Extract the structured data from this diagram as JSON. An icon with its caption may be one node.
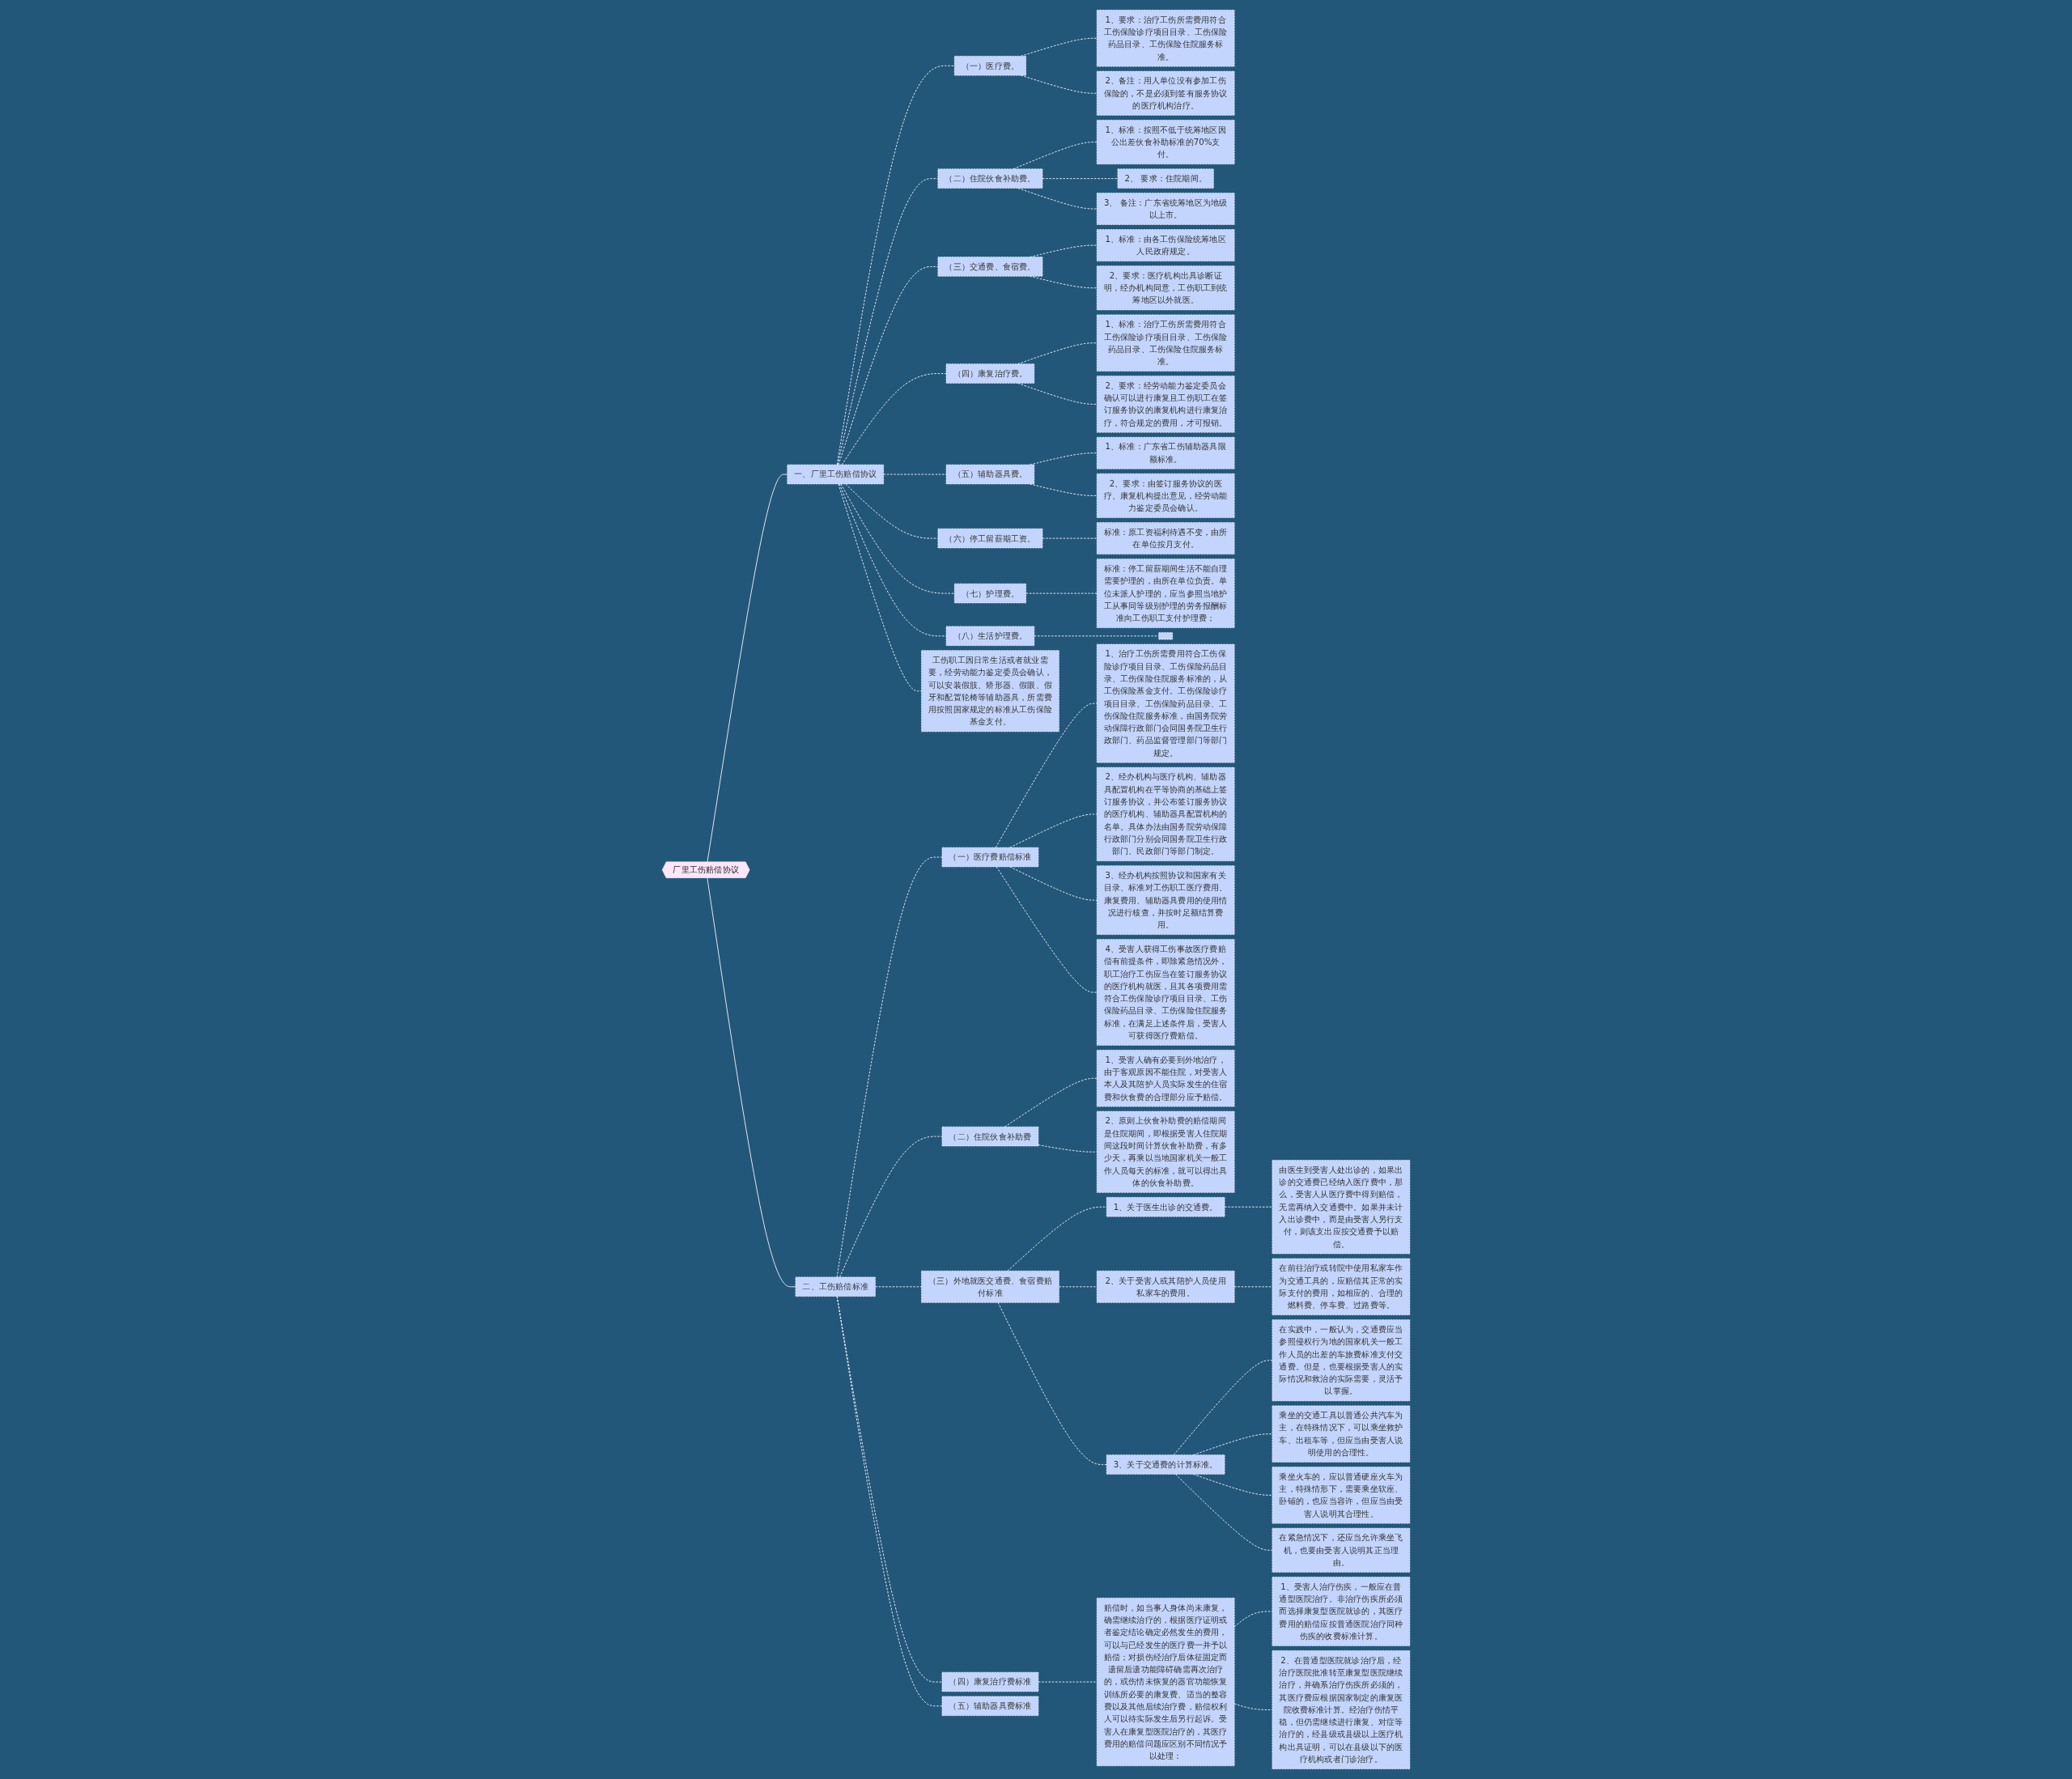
{
  "diagram": {
    "nodes": [
      {
        "text": [
          "厂里工伤赔偿协议"
        ]
      },
      {
        "text": [
          "一、厂里工伤赔偿协议"
        ]
      },
      {
        "text": [
          "（一）医疗费。"
        ]
      },
      {
        "text": [
          "1、要求：治疗工伤所需费用符合工伤保险诊疗项目目录、工伤保险药品目录、工伤保险住院服务标准。"
        ]
      },
      {
        "text": [
          "2、备注：用人单位没有参加工伤保险的，不是必须到签有服务协议的医疗机构治疗。"
        ]
      },
      {
        "text": [
          "（二）住院伙食补助费。"
        ]
      },
      {
        "text": [
          "1、标准：按照不低于统筹地区因公出差伙食补助标准的70%支付。"
        ]
      },
      {
        "text": [
          "2、 要求：住院期间。"
        ]
      },
      {
        "text": [
          "3、 备注：广东省统筹地区为地级以上市。"
        ]
      },
      {
        "text": [
          "（三）交通费、食宿费。"
        ]
      },
      {
        "text": [
          "1、标准：由各工伤保险统筹地区人民政府规定。"
        ]
      },
      {
        "text": [
          "2、要求：医疗机构出具诊断证明，经办机构同意，工伤职工到统筹地区以外就医。"
        ]
      },
      {
        "text": [
          "（四）康复治疗费。"
        ]
      },
      {
        "text": [
          "1、标准：治疗工伤所需费用符合工伤保险诊疗项目目录、工伤保险药品目录、工伤保险住院服务标准。"
        ]
      },
      {
        "text": [
          "2、要求：经劳动能力鉴定委员会确认可以进行康复且工伤职工在签订服务协议的康复机构进行康复治疗，符合规定的费用，才可报销。"
        ]
      },
      {
        "text": [
          "（五）辅助器具费。"
        ]
      },
      {
        "text": [
          "1、标准：广东省工伤辅助器具限额标准。"
        ]
      },
      {
        "text": [
          "2、要求：由签订服务协议的医疗、康复机构提出意见，经劳动能力鉴定委员会确认。"
        ]
      },
      {
        "text": [
          "（六）停工留薪期工资。"
        ]
      },
      {
        "text": [
          "标准：原工资福利待遇不变，由所在单位按月支付。"
        ]
      },
      {
        "text": [
          "（七）护理费。"
        ]
      },
      {
        "text": [
          "标准：停工留薪期间生活不能自理需要护理的，由所在单位负责。单位未派人护理的，应当参照当地护工从事同等级别护理的劳务报酬标准向工伤职工支付护理费；"
        ]
      },
      {
        "text": [
          "（八）生活护理费。"
        ]
      },
      {
        "text": [],
        "shape": "box"
      },
      {
        "text": [
          "工伤职工因日常生活或者就业需要，经劳动能力鉴定委员会确认，可以安装假肢、矫形器、假眼、假牙和配置轮椅等辅助器具，所需费用按照国家规定的标准从工伤保险基金支付。"
        ]
      },
      {
        "text": [
          "二、工伤赔偿标准"
        ]
      },
      {
        "text": [
          "（一）医疗费赔偿标准"
        ]
      },
      {
        "text": [
          "1、治疗工伤所需费用符合工伤保险诊疗项目目录、工伤保险药品目录、工伤保险住院服务标准的，从工伤保险基金支付。工伤保险诊疗项目目录、工伤保险药品目录、工伤保险住院服务标准，由国务院劳动保障行政部门会同国务院卫生行政部门、药品监督管理部门等部门规定。"
        ]
      },
      {
        "text": [
          "2、经办机构与医疗机构、辅助器具配置机构在平等协商的基础上签订服务协议，并公布签订服务协议的医疗机构、辅助器具配置机构的名单。具体办法由国务院劳动保障行政部门分别会同国务院卫生行政部门、民政部门等部门制定。"
        ]
      },
      {
        "text": [
          "3、经办机构按照协议和国家有关目录、标准对工伤职工医疗费用、康复费用、辅助器具费用的使用情况进行核查，并按时足额结算费用。"
        ]
      },
      {
        "text": [
          "4、受害人获得工伤事故医疗费赔偿有前提条件，即除紧急情况外，职工治疗工伤应当在签订服务协议的医疗机构就医，且其各项费用需符合工伤保险诊疗项目目录、工伤保险药品目录、工伤保险住院服务标准，在满足上述条件后，受害人可获得医疗费赔偿。"
        ]
      },
      {
        "text": [
          "（二）住院伙食补助费"
        ]
      },
      {
        "text": [
          "1、受害人确有必要到外地治疗，由于客观原因不能住院，对受害人本人及其陪护人员实际发生的住宿费和伙食费的合理部分应予赔偿。"
        ]
      },
      {
        "text": [
          "2、原则上伙食补助费的赔偿期间是住院期间，即根据受害人住院期间这段时间计算伙食补助费，有多少天，再乘以当地国家机关一般工作人员每天的标准，就可以得出具体的伙食补助费。"
        ]
      },
      {
        "text": [
          "（三）外地就医交通费、食宿费赔付标准"
        ]
      },
      {
        "text": [
          "1、关于医生出诊的交通费。"
        ]
      },
      {
        "text": [
          "由医生到受害人处出诊的，如果出诊的交通费已经纳入医疗费中，那么，受害人从医疗费中得到赔偿，无需再纳入交通费中。如果并未计入出诊费中，而是由受害人另行支付，则该支出应按交通费予以赔偿。"
        ]
      },
      {
        "text": [
          "2、关于受害人或其陪护人员使用私家车的费用。"
        ]
      },
      {
        "text": [
          "在前往治疗或转院中使用私家车作为交通工具的，应赔偿其正常的实际支付的费用，如相应的、合理的燃料费、停车费、过路费等。"
        ]
      },
      {
        "text": [
          "3、关于交通费的计算标准。"
        ]
      },
      {
        "text": [
          "在实践中，一般认为，交通费应当参照侵权行为地的国家机关一般工作人员的出差的车旅费标准支付交通费。但是，也要根据受害人的实际情况和救治的实际需要，灵活予以掌握。"
        ]
      },
      {
        "text": [
          "乘坐的交通工具以普通公共汽车为主，在特殊情况下，可以乘坐救护车、出租车等，但应当由受害人说明使用的合理性。"
        ]
      },
      {
        "text": [
          "乘坐火车的，应以普通硬座火车为主，特殊情形下，需要乘坐软座、卧铺的，也应当容许，但应当由受害人说明其合理性。"
        ]
      },
      {
        "text": [
          "在紧急情况下，还应当允许乘坐飞机，也要由受害人说明其正当理由。"
        ]
      },
      {
        "text": [
          "（四）康复治疗费标准"
        ]
      },
      {
        "text": [
          "赔偿时，如当事人身体尚未康复，确需继续治疗的，根据医疗证明或者鉴定结论确定必然发生的费用，可以与已经发生的医疗费一并予以赔偿；对损伤经治疗后体征固定而遗留后遗功能障碍确需再次治疗的，或伤情未恢复的器官功能恢复训练所必要的康复费、适当的整容费以及其他后续治疗费，赔偿权利人可以待实际发生后另行起诉。受害人在康复型医院治疗的，其医疗费用的赔偿问题应区别不同情况予以处理："
        ]
      },
      {
        "text": [
          "1、受害人治疗伤疾，一般应在普通型医院治疗。非治疗伤疾所必须而选择康复型医院就诊的，其医疗费用的赔偿应按普通医院治疗同种伤疾的收费标准计算。"
        ]
      },
      {
        "text": [
          "2、在普通型医院就诊治疗后，经治疗医院批准转至康复型医院继续治疗，并确系治疗伤疾所必须的，其医疗费应根据国家制定的康复医院收费标准计算。经治疗伤情平稳，但仍需继续进行康复、对症等治疗的，经县级或县级以上医疗机构出具证明，可以在县级以下的医疗机构或者门诊治疗。"
        ]
      },
      {
        "text": [
          "（五）辅助器具费标准"
        ]
      }
    ],
    "edges": [
      {
        "from": 0,
        "to": 1,
        "arrow": "none"
      },
      {
        "from": 1,
        "to": 2,
        "arrow": "none",
        "style": "dashed"
      },
      {
        "from": 2,
        "to": 3,
        "arrow": "none",
        "style": "dashed"
      },
      {
        "from": 2,
        "to": 4,
        "arrow": "none",
        "style": "dashed"
      },
      {
        "from": 1,
        "to": 5,
        "arrow": "none",
        "style": "dashed"
      },
      {
        "from": 5,
        "to": 6,
        "arrow": "none",
        "style": "dashed"
      },
      {
        "from": 5,
        "to": 7,
        "arrow": "none",
        "style": "dashed"
      },
      {
        "from": 5,
        "to": 8,
        "arrow": "none",
        "style": "dashed"
      },
      {
        "from": 1,
        "to": 9,
        "arrow": "none",
        "style": "dashed"
      },
      {
        "from": 9,
        "to": 10,
        "arrow": "none",
        "style": "dashed"
      },
      {
        "from": 9,
        "to": 11,
        "arrow": "none",
        "style": "dashed"
      },
      {
        "from": 1,
        "to": 12,
        "arrow": "none",
        "style": "dashed"
      },
      {
        "from": 12,
        "to": 13,
        "arrow": "none",
        "style": "dashed"
      },
      {
        "from": 12,
        "to": 14,
        "arrow": "none",
        "style": "dashed"
      },
      {
        "from": 1,
        "to": 15,
        "arrow": "none",
        "style": "dashed"
      },
      {
        "from": 15,
        "to": 16,
        "arrow": "none",
        "style": "dashed"
      },
      {
        "from": 15,
        "to": 17,
        "arrow": "none",
        "style": "dashed"
      },
      {
        "from": 1,
        "to": 18,
        "arrow": "none",
        "style": "dashed"
      },
      {
        "from": 18,
        "to": 19,
        "arrow": "none",
        "style": "dashed"
      },
      {
        "from": 1,
        "to": 20,
        "arrow": "none",
        "style": "dashed"
      },
      {
        "from": 20,
        "to": 21,
        "arrow": "none",
        "style": "dashed"
      },
      {
        "from": 1,
        "to": 22,
        "arrow": "none",
        "style": "dashed"
      },
      {
        "from": 22,
        "to": 23,
        "arrow": "none",
        "style": "dashed"
      },
      {
        "from": 1,
        "to": 24,
        "arrow": "none",
        "style": "dashed"
      },
      {
        "from": 0,
        "to": 25,
        "arrow": "none"
      },
      {
        "from": 25,
        "to": 26,
        "arrow": "none",
        "style": "dashed"
      },
      {
        "from": 26,
        "to": 27,
        "arrow": "none",
        "style": "dashed"
      },
      {
        "from": 26,
        "to": 28,
        "arrow": "none",
        "style": "dashed"
      },
      {
        "from": 26,
        "to": 29,
        "arrow": "none",
        "style": "dashed"
      },
      {
        "from": 26,
        "to": 30,
        "arrow": "none",
        "style": "dashed"
      },
      {
        "from": 25,
        "to": 31,
        "arrow": "none",
        "style": "dashed"
      },
      {
        "from": 31,
        "to": 32,
        "arrow": "none",
        "style": "dashed"
      },
      {
        "from": 31,
        "to": 33,
        "arrow": "none",
        "style": "dashed"
      },
      {
        "from": 25,
        "to": 34,
        "arrow": "none",
        "style": "dashed"
      },
      {
        "from": 34,
        "to": 35,
        "arrow": "none",
        "style": "dashed"
      },
      {
        "from": 35,
        "to": 36,
        "arrow": "none",
        "style": "dashed"
      },
      {
        "from": 34,
        "to": 37,
        "arrow": "none",
        "style": "dashed"
      },
      {
        "from": 37,
        "to": 38,
        "arrow": "none",
        "style": "dashed"
      },
      {
        "from": 34,
        "to": 39,
        "arrow": "none",
        "style": "dashed"
      },
      {
        "from": 39,
        "to": 40,
        "arrow": "none",
        "style": "dashed"
      },
      {
        "from": 39,
        "to": 41,
        "arrow": "none",
        "style": "dashed"
      },
      {
        "from": 39,
        "to": 42,
        "arrow": "none",
        "style": "dashed"
      },
      {
        "from": 39,
        "to": 43,
        "arrow": "none",
        "style": "dashed"
      },
      {
        "from": 25,
        "to": 44,
        "arrow": "none",
        "style": "dashed"
      },
      {
        "from": 44,
        "to": 45,
        "arrow": "none",
        "style": "dashed"
      },
      {
        "from": 45,
        "to": 46,
        "arrow": "none",
        "style": "dashed"
      },
      {
        "from": 45,
        "to": 47,
        "arrow": "none",
        "style": "dashed"
      },
      {
        "from": 25,
        "to": 48,
        "arrow": "none",
        "style": "dashed"
      }
    ]
  }
}
